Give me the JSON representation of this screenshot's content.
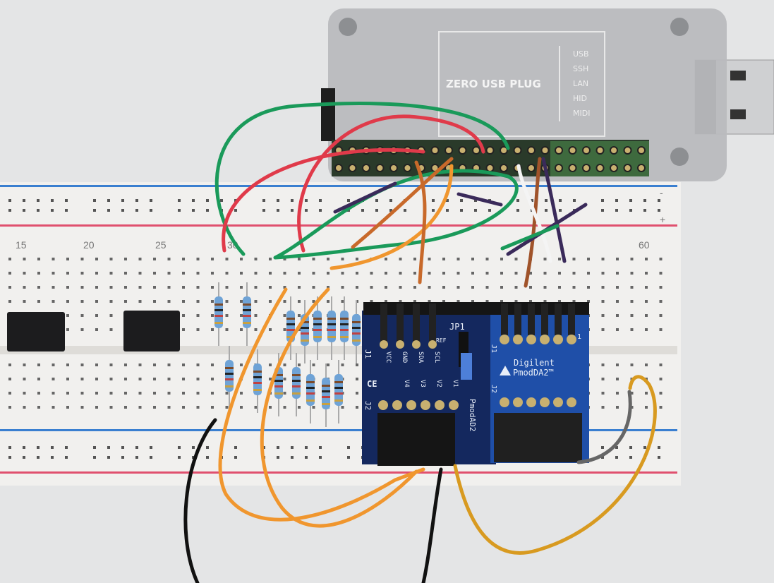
{
  "usb_plug": {
    "title": "ZERO USB PLUG",
    "modes": [
      "USB",
      "SSH",
      "LAN",
      "HID",
      "MIDI"
    ]
  },
  "breadboard": {
    "column_numbers_top": [
      "15",
      "20",
      "25",
      "30",
      "60"
    ],
    "rail_signs": [
      "-",
      "+"
    ]
  },
  "pmod_ad2": {
    "name": "PmodAD2",
    "header_j1": "J1",
    "header_j2": "J2",
    "jumper": "JP1",
    "ref_label": "REF",
    "pins_j1": [
      "VCC",
      "GND",
      "SDA",
      "SCL"
    ],
    "pins_j2": [
      "V4",
      "V3",
      "V2",
      "V1"
    ],
    "ce_mark": "CE"
  },
  "pmod_da2": {
    "brand": "Digilent",
    "name": "PmodDA2™",
    "header_j1": "J1",
    "header_j2": "J2",
    "pin1": "1"
  },
  "colors": {
    "board_blue": "#1f4fa8",
    "ad2_blue": "#14285e",
    "wire_green": "#1a9a5a",
    "wire_red": "#e03a4a",
    "wire_orange": "#f0962e"
  }
}
